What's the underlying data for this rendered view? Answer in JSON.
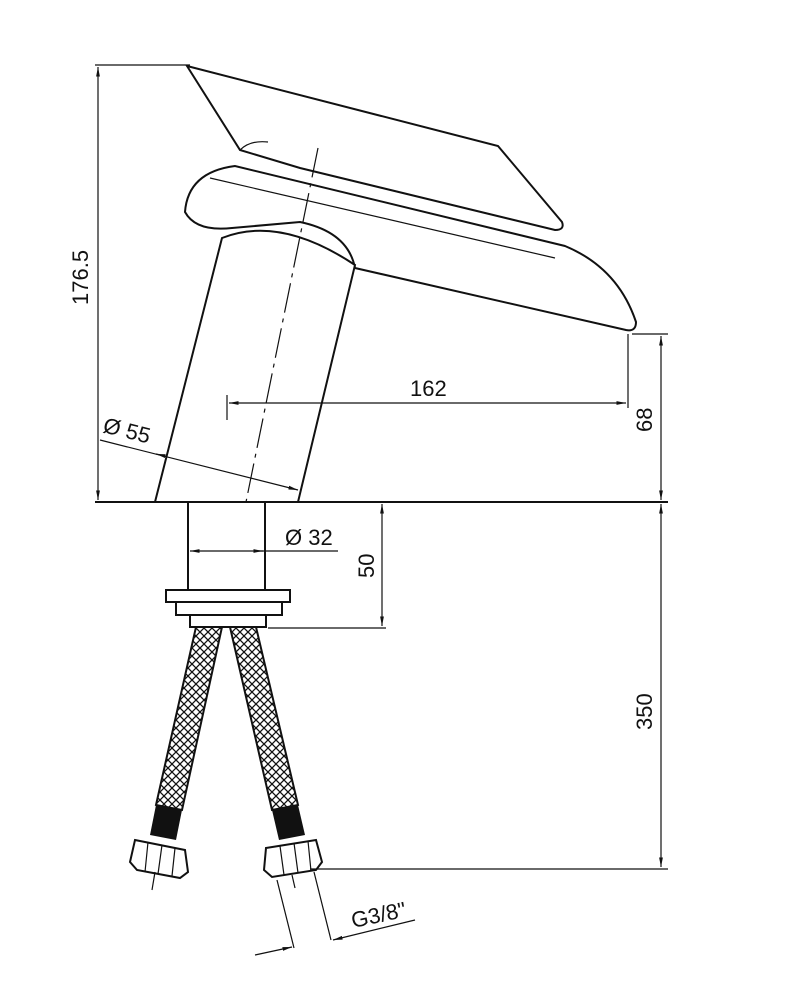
{
  "drawing": {
    "title": "Faucet dimension drawing",
    "dimensions": {
      "total_height": "176.5",
      "spout_reach": "162",
      "spout_height": "68",
      "body_diameter": "Ø 55",
      "shank_diameter": "Ø 32",
      "shank_length": "50",
      "hose_length": "350",
      "thread": "G3/8\""
    },
    "colors": {
      "line": "#111111",
      "background": "#ffffff"
    }
  }
}
